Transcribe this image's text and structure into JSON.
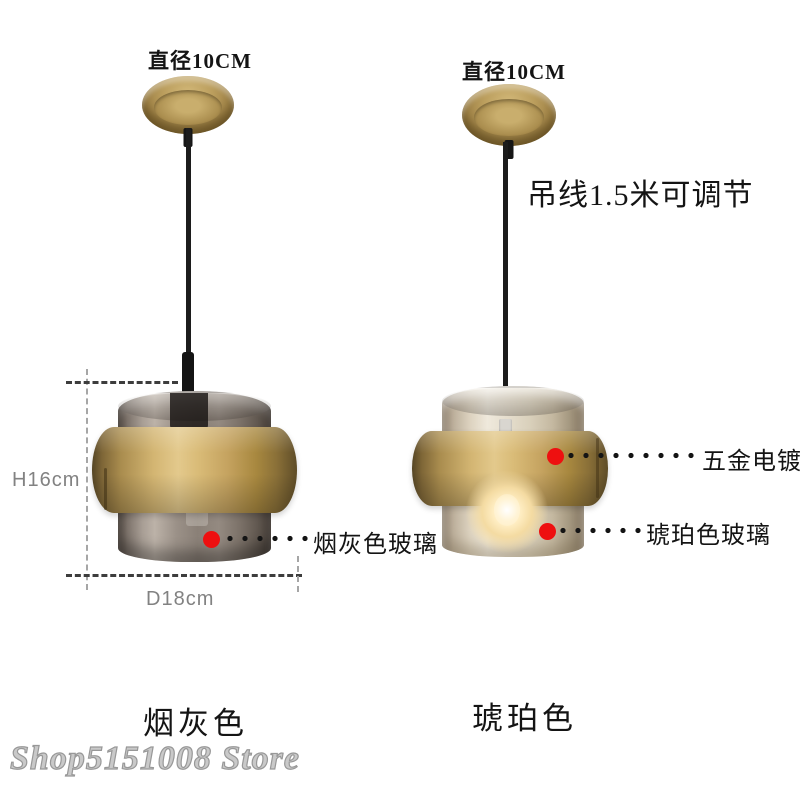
{
  "diagram": {
    "left_lamp": {
      "diameter_label": "直径10CM",
      "height_dimension": "H16cm",
      "width_dimension": "D18cm",
      "glass_callout": "烟灰色玻璃",
      "variant_name": "烟灰色"
    },
    "right_lamp": {
      "diameter_label": "直径10CM",
      "wire_note": "吊线1.5米可调节",
      "hardware_callout": "五金电镀",
      "glass_callout": "琥珀色玻璃",
      "variant_name": "琥珀色"
    },
    "watermark": "Shop5151008 Store",
    "colors": {
      "accent_red": "#ee1010",
      "brass_gold": "#c2a362",
      "smoke_glass": "#8d8378",
      "amber_glass": "#e7e0d0",
      "annotation_text": "#141414",
      "dimension_text": "#828282",
      "watermark_gray": "#c9c9c9"
    }
  }
}
